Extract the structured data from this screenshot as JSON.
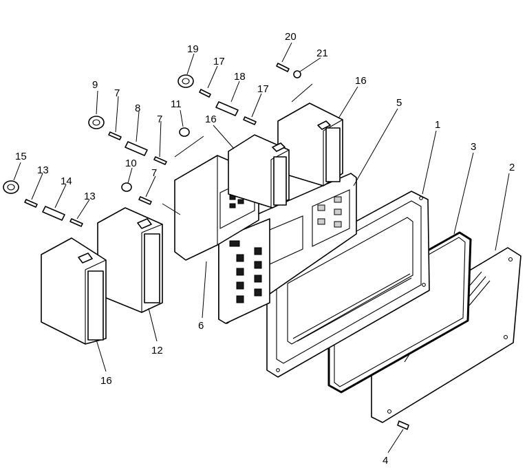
{
  "callouts": {
    "c1": "1",
    "c2": "2",
    "c3": "3",
    "c4": "4",
    "c5": "5",
    "c6": "6",
    "c7a": "7",
    "c7b": "7",
    "c7c": "7",
    "c8": "8",
    "c9": "9",
    "c10": "10",
    "c11": "11",
    "c12": "12",
    "c13a": "13",
    "c13b": "13",
    "c14": "14",
    "c15": "15",
    "c16a": "16",
    "c16b": "16",
    "c16c": "16",
    "c17a": "17",
    "c17b": "17",
    "c18": "18",
    "c19": "19",
    "c20": "20",
    "c21": "21"
  }
}
